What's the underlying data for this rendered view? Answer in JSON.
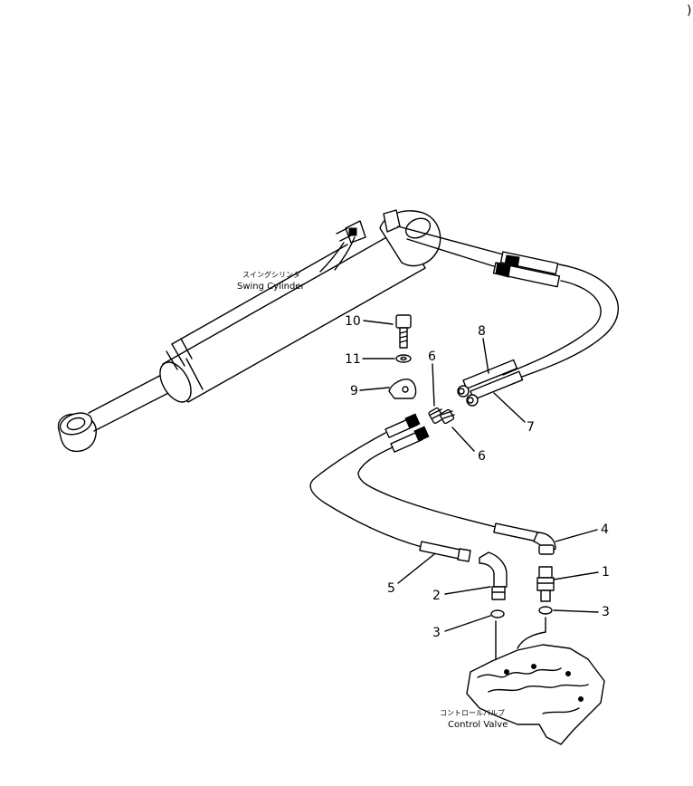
{
  "page": {
    "corner_mark": ")"
  },
  "components": {
    "swing_cylinder": {
      "label_jp": "スイングシリンダ",
      "label_en": "Swing Cylinder"
    },
    "control_valve": {
      "label_jp": "コントロールバルブ",
      "label_en": "Control Valve"
    }
  },
  "callouts": {
    "c10": "10",
    "c11": "11",
    "c9": "9",
    "c6a": "6",
    "c6b": "6",
    "c8": "8",
    "c7": "7",
    "c4": "4",
    "c1": "1",
    "c5": "5",
    "c2": "2",
    "c3a": "3",
    "c3b": "3"
  }
}
